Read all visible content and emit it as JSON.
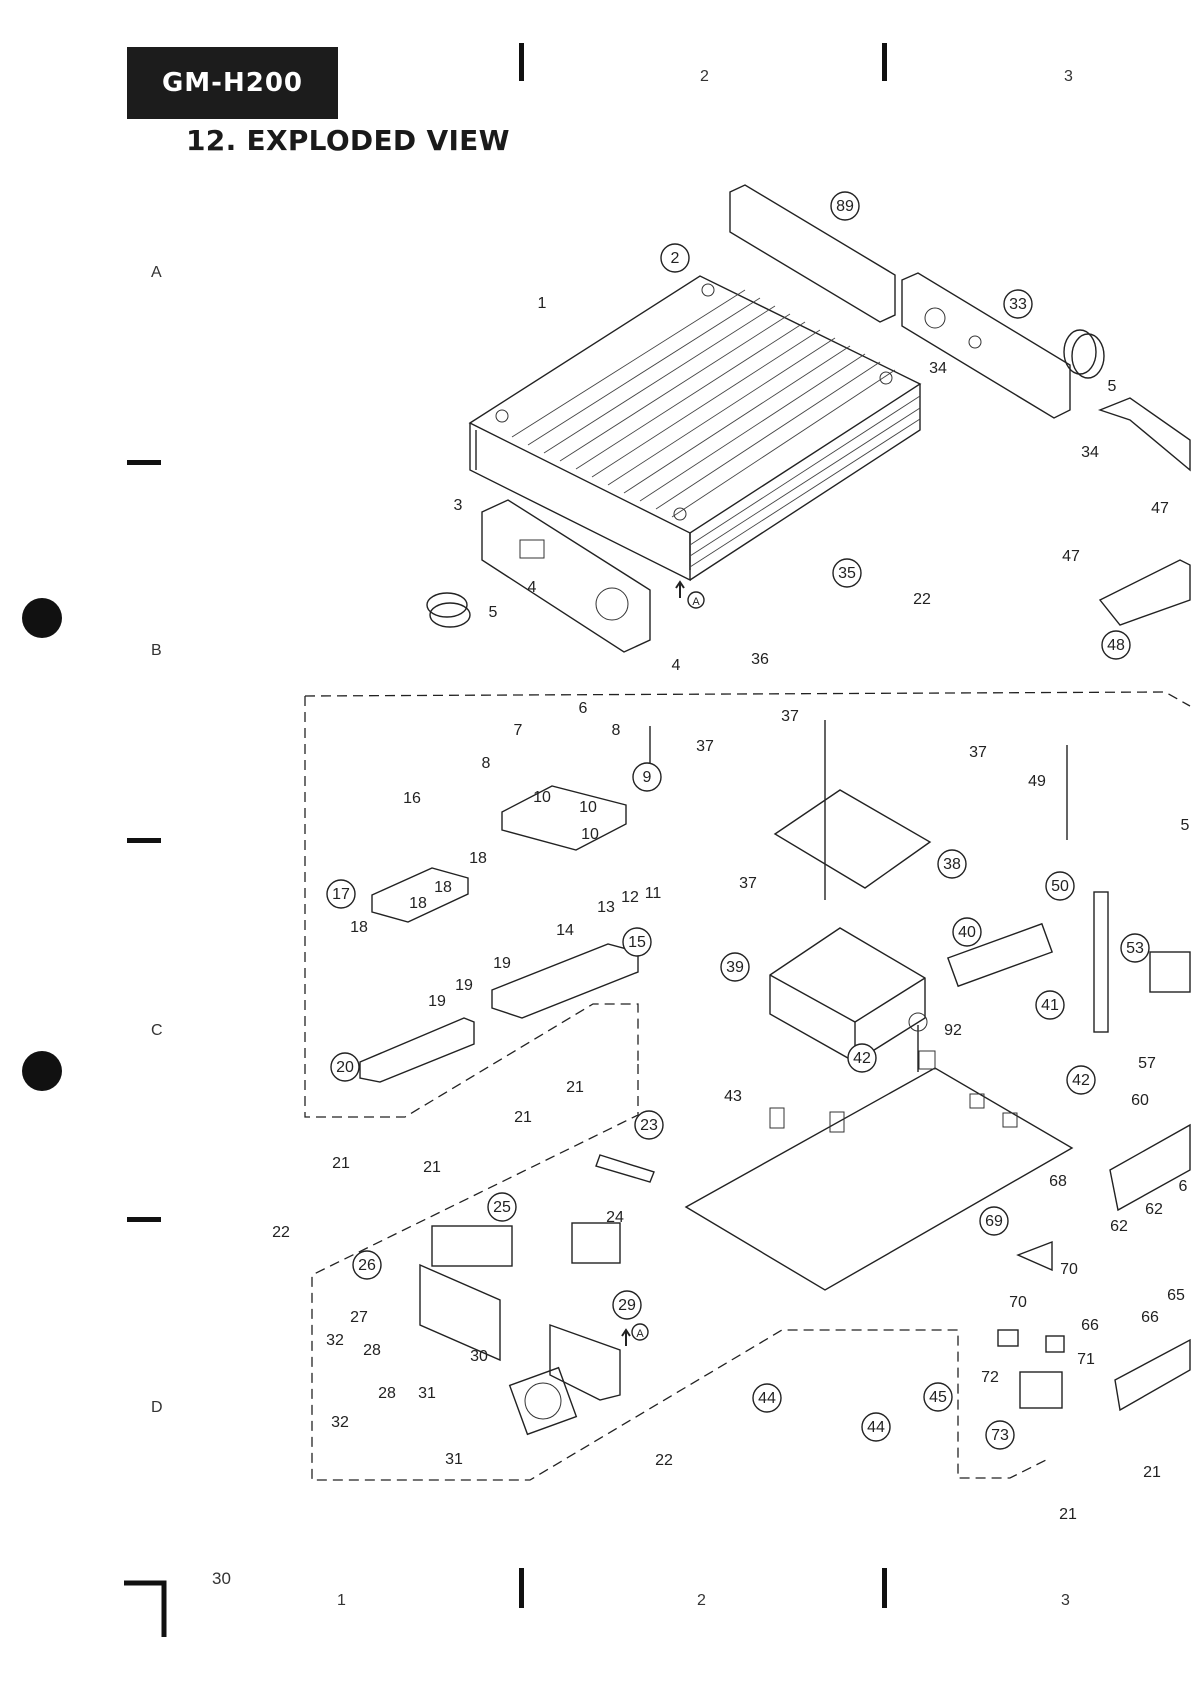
{
  "header": {
    "model": "GM-H200",
    "title": "12. EXPLODED VIEW"
  },
  "page_number": "30",
  "grid": {
    "columns_top": [
      "2",
      "3"
    ],
    "columns_bottom": [
      "1",
      "2",
      "3"
    ],
    "rows": [
      "A",
      "B",
      "C",
      "D"
    ]
  },
  "callouts": [
    {
      "id": "c1",
      "text": "1",
      "circled": false
    },
    {
      "id": "c2",
      "text": "2",
      "circled": true
    },
    {
      "id": "c3",
      "text": "3",
      "circled": false
    },
    {
      "id": "c4a",
      "text": "4",
      "circled": false
    },
    {
      "id": "c4b",
      "text": "4",
      "circled": false
    },
    {
      "id": "c5a",
      "text": "5",
      "circled": false
    },
    {
      "id": "c5b",
      "text": "5",
      "circled": false
    },
    {
      "id": "c6",
      "text": "6",
      "circled": false
    },
    {
      "id": "c7",
      "text": "7",
      "circled": false
    },
    {
      "id": "c8a",
      "text": "8",
      "circled": false
    },
    {
      "id": "c8b",
      "text": "8",
      "circled": false
    },
    {
      "id": "c9",
      "text": "9",
      "circled": true
    },
    {
      "id": "c10a",
      "text": "10",
      "circled": false
    },
    {
      "id": "c10b",
      "text": "10",
      "circled": false
    },
    {
      "id": "c10c",
      "text": "10",
      "circled": false
    },
    {
      "id": "c11",
      "text": "11",
      "circled": false
    },
    {
      "id": "c12",
      "text": "12",
      "circled": false
    },
    {
      "id": "c13",
      "text": "13",
      "circled": false
    },
    {
      "id": "c14",
      "text": "14",
      "circled": false
    },
    {
      "id": "c15",
      "text": "15",
      "circled": true
    },
    {
      "id": "c16",
      "text": "16",
      "circled": false
    },
    {
      "id": "c17",
      "text": "17",
      "circled": true
    },
    {
      "id": "c18a",
      "text": "18",
      "circled": false
    },
    {
      "id": "c18b",
      "text": "18",
      "circled": false
    },
    {
      "id": "c18c",
      "text": "18",
      "circled": false
    },
    {
      "id": "c18d",
      "text": "18",
      "circled": false
    },
    {
      "id": "c19a",
      "text": "19",
      "circled": false
    },
    {
      "id": "c19b",
      "text": "19",
      "circled": false
    },
    {
      "id": "c19c",
      "text": "19",
      "circled": false
    },
    {
      "id": "c20",
      "text": "20",
      "circled": true
    },
    {
      "id": "c21a",
      "text": "21",
      "circled": false
    },
    {
      "id": "c21b",
      "text": "21",
      "circled": false
    },
    {
      "id": "c21c",
      "text": "21",
      "circled": false
    },
    {
      "id": "c21d",
      "text": "21",
      "circled": false
    },
    {
      "id": "c21e",
      "text": "21",
      "circled": false
    },
    {
      "id": "c21f",
      "text": "21",
      "circled": false
    },
    {
      "id": "c22a",
      "text": "22",
      "circled": false
    },
    {
      "id": "c22b",
      "text": "22",
      "circled": false
    },
    {
      "id": "c22c",
      "text": "22",
      "circled": false
    },
    {
      "id": "c23",
      "text": "23",
      "circled": true
    },
    {
      "id": "c24",
      "text": "24",
      "circled": false
    },
    {
      "id": "c25",
      "text": "25",
      "circled": true
    },
    {
      "id": "c26",
      "text": "26",
      "circled": true
    },
    {
      "id": "c27",
      "text": "27",
      "circled": false
    },
    {
      "id": "c28a",
      "text": "28",
      "circled": false
    },
    {
      "id": "c28b",
      "text": "28",
      "circled": false
    },
    {
      "id": "c29",
      "text": "29",
      "circled": true
    },
    {
      "id": "c30",
      "text": "30",
      "circled": false
    },
    {
      "id": "c31a",
      "text": "31",
      "circled": false
    },
    {
      "id": "c31b",
      "text": "31",
      "circled": false
    },
    {
      "id": "c32a",
      "text": "32",
      "circled": false
    },
    {
      "id": "c32b",
      "text": "32",
      "circled": false
    },
    {
      "id": "c33",
      "text": "33",
      "circled": true
    },
    {
      "id": "c34a",
      "text": "34",
      "circled": false
    },
    {
      "id": "c34b",
      "text": "34",
      "circled": false
    },
    {
      "id": "c35",
      "text": "35",
      "circled": true
    },
    {
      "id": "c36",
      "text": "36",
      "circled": false
    },
    {
      "id": "c37a",
      "text": "37",
      "circled": false
    },
    {
      "id": "c37b",
      "text": "37",
      "circled": false
    },
    {
      "id": "c37c",
      "text": "37",
      "circled": false
    },
    {
      "id": "c37d",
      "text": "37",
      "circled": false
    },
    {
      "id": "c38",
      "text": "38",
      "circled": true
    },
    {
      "id": "c39",
      "text": "39",
      "circled": true
    },
    {
      "id": "c40",
      "text": "40",
      "circled": true
    },
    {
      "id": "c41",
      "text": "41",
      "circled": true
    },
    {
      "id": "c42a",
      "text": "42",
      "circled": true
    },
    {
      "id": "c42b",
      "text": "42",
      "circled": true
    },
    {
      "id": "c43",
      "text": "43",
      "circled": false
    },
    {
      "id": "c44a",
      "text": "44",
      "circled": true
    },
    {
      "id": "c44b",
      "text": "44",
      "circled": true
    },
    {
      "id": "c45",
      "text": "45",
      "circled": true
    },
    {
      "id": "c47a",
      "text": "47",
      "circled": false
    },
    {
      "id": "c47b",
      "text": "47",
      "circled": false
    },
    {
      "id": "c48",
      "text": "48",
      "circled": true
    },
    {
      "id": "c49",
      "text": "49",
      "circled": false
    },
    {
      "id": "c50",
      "text": "50",
      "circled": true
    },
    {
      "id": "c53",
      "text": "53",
      "circled": true
    },
    {
      "id": "c57",
      "text": "57",
      "circled": false
    },
    {
      "id": "c60",
      "text": "60",
      "circled": false
    },
    {
      "id": "c62a",
      "text": "62",
      "circled": false
    },
    {
      "id": "c62b",
      "text": "62",
      "circled": false
    },
    {
      "id": "c65",
      "text": "65",
      "circled": false
    },
    {
      "id": "c66a",
      "text": "66",
      "circled": false
    },
    {
      "id": "c66b",
      "text": "66",
      "circled": false
    },
    {
      "id": "c68",
      "text": "68",
      "circled": false
    },
    {
      "id": "c69",
      "text": "69",
      "circled": true
    },
    {
      "id": "c70a",
      "text": "70",
      "circled": false
    },
    {
      "id": "c70b",
      "text": "70",
      "circled": false
    },
    {
      "id": "c71",
      "text": "71",
      "circled": false
    },
    {
      "id": "c72",
      "text": "72",
      "circled": false
    },
    {
      "id": "c73",
      "text": "73",
      "circled": true
    },
    {
      "id": "c89",
      "text": "89",
      "circled": true
    },
    {
      "id": "c92",
      "text": "92",
      "circled": false
    },
    {
      "id": "c5c",
      "text": "5",
      "circled": false
    },
    {
      "id": "c6b",
      "text": "6",
      "circled": false
    }
  ],
  "reference_marks": [
    "A",
    "A"
  ]
}
